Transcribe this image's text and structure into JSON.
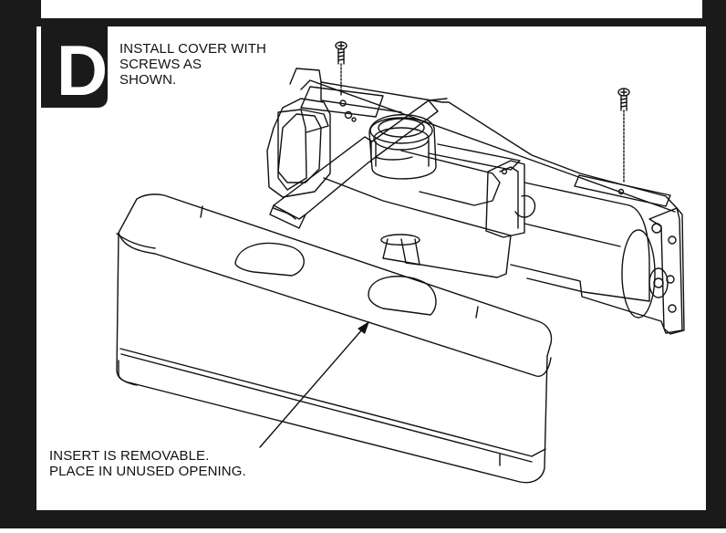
{
  "step": {
    "letter": "D"
  },
  "instruction": {
    "line1": "INSTALL COVER WITH",
    "line2": "SCREWS AS",
    "line3": "SHOWN."
  },
  "callout": {
    "line1": "INSERT IS REMOVABLE.",
    "line2": "PLACE IN UNUSED OPENING."
  },
  "colors": {
    "frame": "#1a1a1a",
    "badge": "#1a1a1a",
    "line": "#111111",
    "background": "#ffffff"
  }
}
